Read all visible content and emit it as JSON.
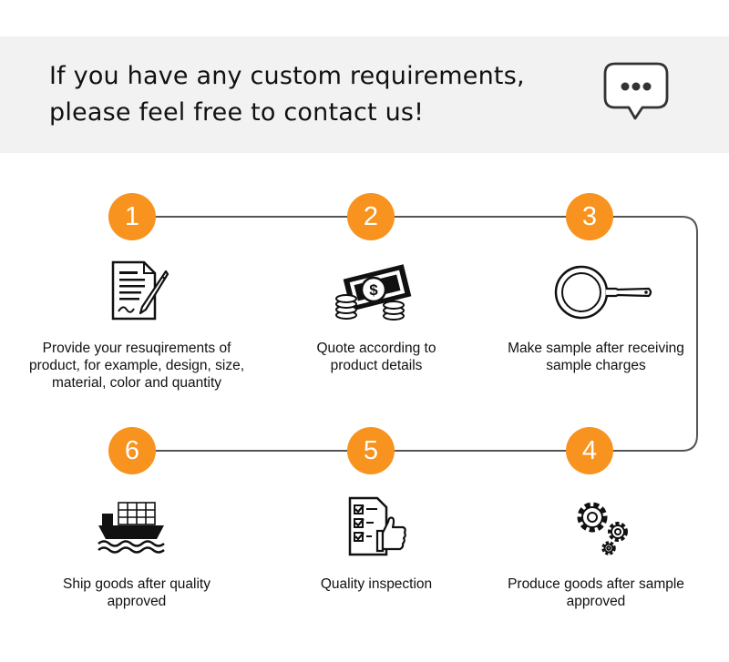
{
  "banner": {
    "line1": "If you have any custom requirements,",
    "line2": "please feel free to contact us!"
  },
  "accent_color": "#f7931e",
  "steps": [
    {
      "number": "1",
      "icon": "document-sign-icon",
      "lines": [
        "Provide your resuqirements of",
        "product, for example, design, size,",
        "material, color and quantity"
      ]
    },
    {
      "number": "2",
      "icon": "money-icon",
      "lines": [
        "Quote according to",
        "product details"
      ]
    },
    {
      "number": "3",
      "icon": "frying-pan-icon",
      "lines": [
        "Make sample after  receiving",
        "sample charges"
      ]
    },
    {
      "number": "4",
      "icon": "gears-icon",
      "lines": [
        "Produce goods after sample",
        "approved"
      ]
    },
    {
      "number": "5",
      "icon": "checklist-thumbs-up-icon",
      "lines": [
        "Quality inspection"
      ]
    },
    {
      "number": "6",
      "icon": "cargo-ship-icon",
      "lines": [
        "Ship goods after quality",
        "approved"
      ]
    }
  ]
}
